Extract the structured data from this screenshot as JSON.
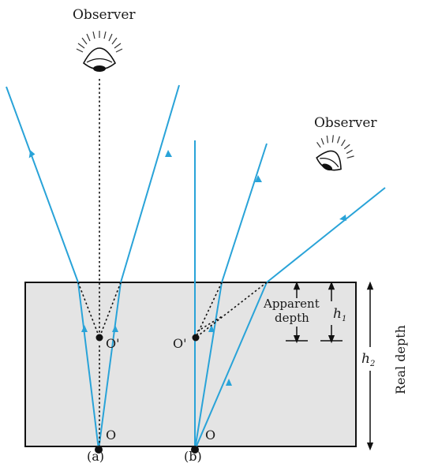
{
  "observer_top": "Observer",
  "observer_right": "Observer",
  "label_O_prime_a": "O'",
  "label_O_prime_b": "O'",
  "label_O_a": "O",
  "label_O_b": "O",
  "caption_a": "(a)",
  "caption_b": "(b)",
  "apparent_depth_line1": "Apparent",
  "apparent_depth_line2": "depth",
  "h1_letter": "h",
  "h1_sub": "1",
  "h2_letter": "h",
  "h2_sub": "2",
  "real_depth": "Real depth",
  "colors": {
    "ray": "#29a3d8",
    "slab": "#e4e4e4",
    "outline": "#111111"
  }
}
